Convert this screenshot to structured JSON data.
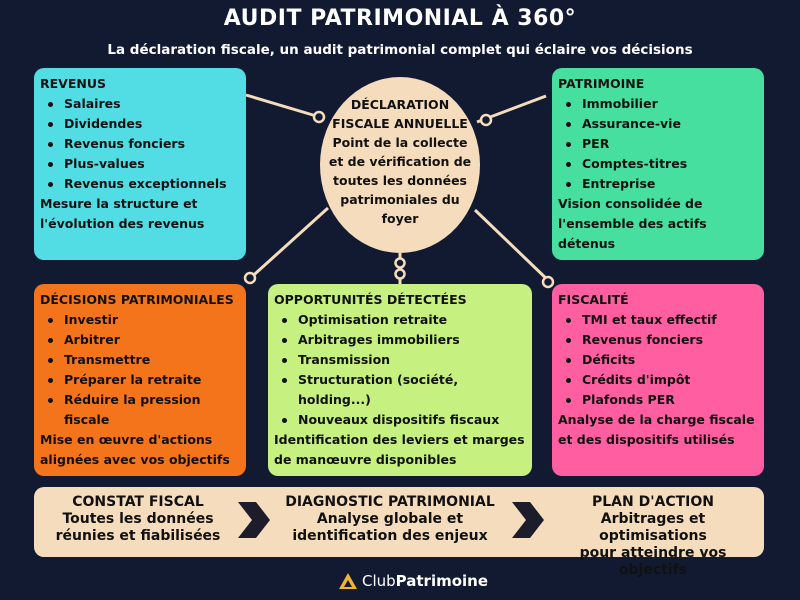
{
  "header": {
    "title": "AUDIT PATRIMONIAL À 360°",
    "subtitle": "La déclaration fiscale, un audit patrimonial complet qui éclaire vos décisions"
  },
  "center": {
    "title_line1": "DÉCLARATION",
    "title_line2": "FISCALE ANNUELLE",
    "lines": [
      "Point de la collecte",
      "et de vérification de",
      "toutes les données",
      "patrimoniales du",
      "foyer"
    ]
  },
  "boxes": {
    "revenus": {
      "heading": "REVENUS",
      "items": [
        "Salaires",
        "Dividendes",
        "Revenus fonciers",
        "Plus-values",
        "Revenus exceptionnels"
      ],
      "note_line1": "Mesure la structure et",
      "note_line2": "l'évolution des revenus",
      "color": "#52dce4"
    },
    "patrimoine": {
      "heading": "PATRIMOINE",
      "items": [
        "Immobilier",
        "Assurance-vie",
        "PER",
        "Comptes-titres",
        "Entreprise"
      ],
      "note_line1": "Vision consolidée de",
      "note_line2": "l'ensemble des actifs détenus",
      "color": "#46dfa0"
    },
    "decisions": {
      "heading": "DÉCISIONS PATRIMONIALES",
      "items": [
        "Investir",
        "Arbitrer",
        "Transmettre",
        "Préparer la retraite",
        "Réduire la pression fiscale"
      ],
      "note_line1": "Mise en œuvre d'actions",
      "note_line2": "alignées avec vos objectifs",
      "color": "#f4741c"
    },
    "opportunites": {
      "heading": "OPPORTUNITÉS DÉTECTÉES",
      "items": [
        "Optimisation retraite",
        "Arbitrages immobiliers",
        "Transmission",
        "Structuration (société, holding...)",
        "Nouveaux dispositifs fiscaux"
      ],
      "note_line1": "Identification des leviers et marges",
      "note_line2": "de manœuvre disponibles",
      "color": "#c6f080"
    },
    "fiscalite": {
      "heading": "FISCALITÉ",
      "items": [
        "TMI et taux effectif",
        "Revenus fonciers",
        "Déficits",
        "Crédits d'impôt",
        "Plafonds PER"
      ],
      "note_line1": "Analyse de la charge fiscale",
      "note_line2": "et des dispositifs utilisés",
      "color": "#ff5fa0"
    }
  },
  "steps": [
    {
      "title": "CONSTAT FISCAL",
      "line1": "Toutes les données",
      "line2": "réunies et fiabilisées"
    },
    {
      "title": "DIAGNOSTIC PATRIMONIAL",
      "line1": "Analyse globale et",
      "line2": "identification des enjeux"
    },
    {
      "title": "PLAN D'ACTION",
      "line1": "Arbitrages et optimisations",
      "line2": "pour atteindre vos objectifs"
    }
  ],
  "logo": {
    "part1": "Club",
    "part2": "Patrimoine",
    "icon": "triangle-logo-icon"
  },
  "colors": {
    "background": "#121a32",
    "center_fill": "#f5dcbc",
    "connector": "#f5dcbc",
    "chevron": "#1c1c2a"
  }
}
